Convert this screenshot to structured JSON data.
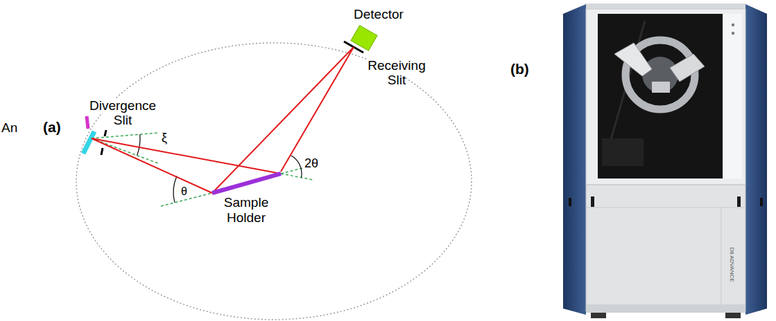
{
  "diagram": {
    "nodes": [
      {
        "text": [
          "Detector"
        ]
      },
      {
        "text": [
          "Sample Holder"
        ]
      }
    ],
    "edges": [
      {
        "from": 1,
        "to": 0,
        "arrow": "none"
      }
    ],
    "labels": [
      "An",
      "(a)",
      "Divergence Slit",
      "ξ",
      "θ",
      "2θ",
      "Receiving Slit",
      "(b)",
      "D8 ADVANCE"
    ]
  }
}
